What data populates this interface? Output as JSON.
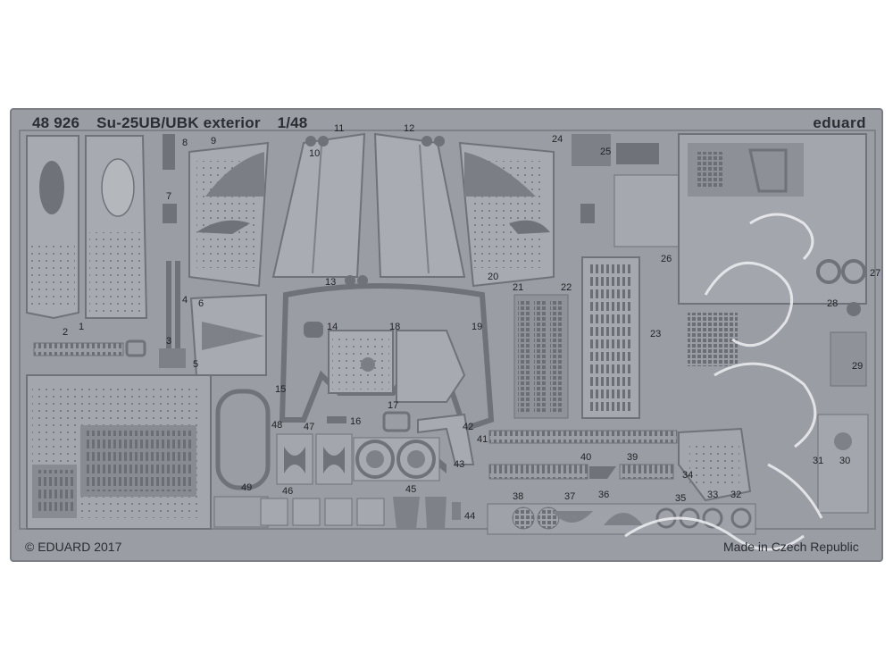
{
  "header": {
    "code": "48 926",
    "name": "Su-25UB/UBK exterior",
    "scale": "1/48",
    "brand": "eduard"
  },
  "footer": {
    "copyright": "© EDUARD 2017",
    "origin": "Made in Czech Republic"
  },
  "colors": {
    "fret": "#9a9da3",
    "fret_dark": "#6f7379",
    "fret_light": "#b9bcc1",
    "background": "#ffffff"
  },
  "part_numbers": [
    "1",
    "2",
    "3",
    "4",
    "5",
    "6",
    "7",
    "8",
    "9",
    "10",
    "11",
    "12",
    "13",
    "14",
    "15",
    "16",
    "17",
    "18",
    "19",
    "20",
    "21",
    "22",
    "23",
    "24",
    "25",
    "26",
    "27",
    "28",
    "29",
    "30",
    "31",
    "32",
    "33",
    "34",
    "35",
    "36",
    "37",
    "38",
    "39",
    "40",
    "41",
    "42",
    "43",
    "44",
    "45",
    "46",
    "47",
    "48",
    "49"
  ]
}
